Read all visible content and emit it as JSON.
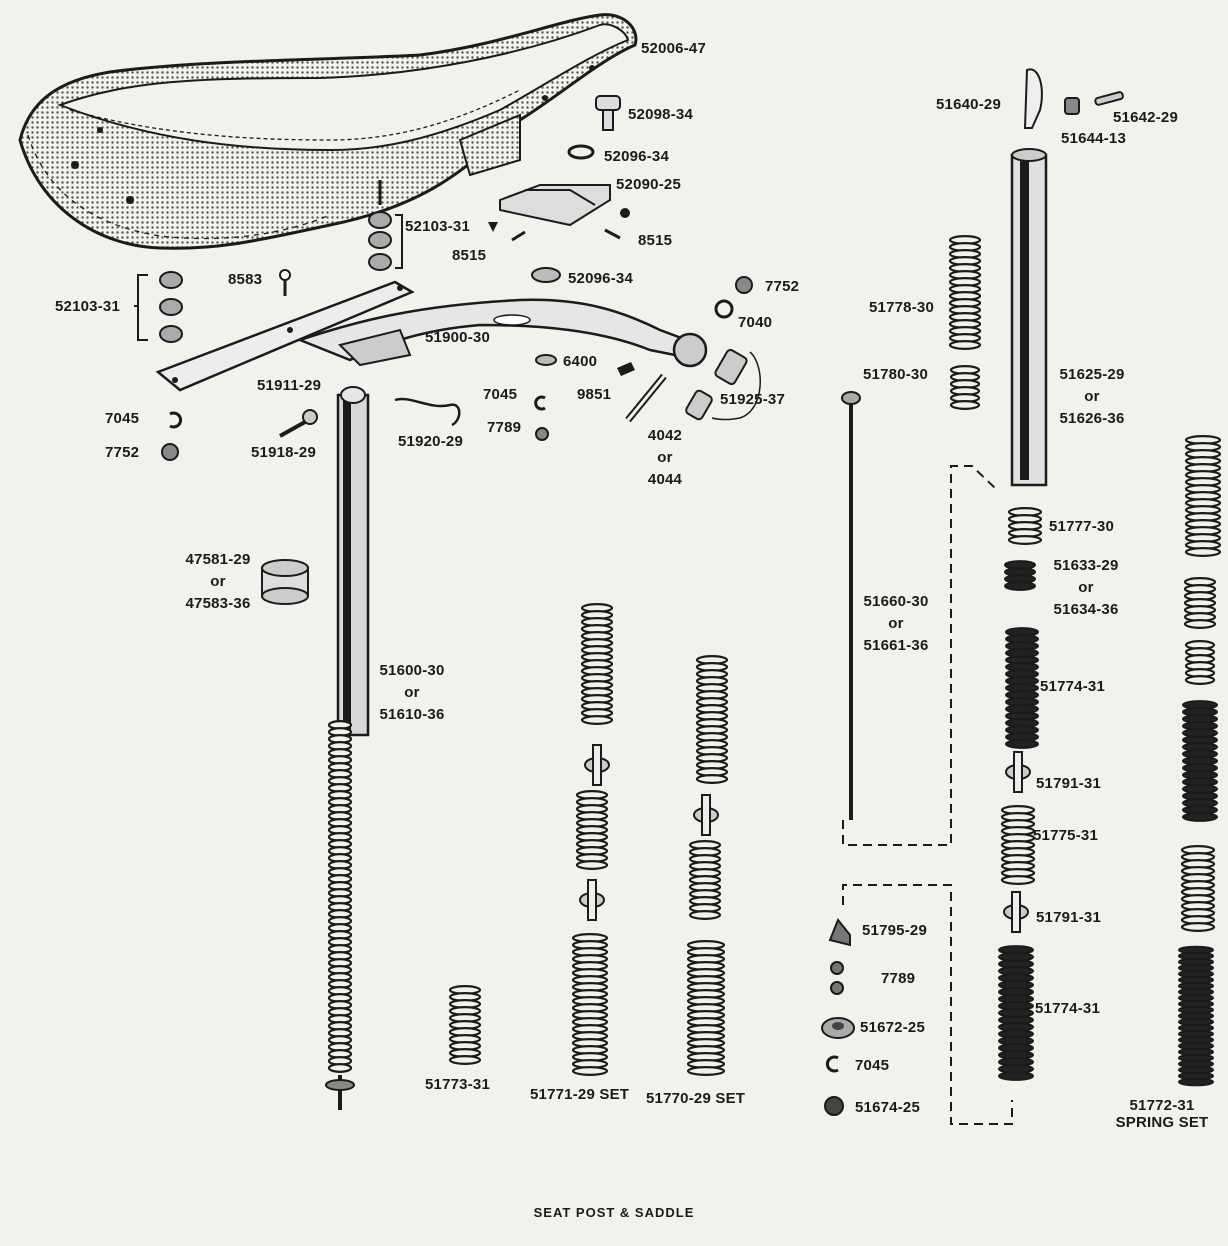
{
  "caption": "SEAT POST & SADDLE",
  "labels": {
    "p52006_47": "52006-47",
    "p52098_34": "52098-34",
    "p52096_34a": "52096-34",
    "p52090_25": "52090-25",
    "p52103_31a": "52103-31",
    "p8515a": "8515",
    "p8515b": "8515",
    "p52096_34b": "52096-34",
    "p8583": "8583",
    "p52103_31b": "52103-31",
    "p51900_30": "51900-30",
    "p51911_29": "51911-29",
    "p7752a": "7752",
    "p7040": "7040",
    "p6400": "6400",
    "p9851": "9851",
    "p51925_37": "51925-37",
    "p7045a": "7045",
    "p7789a": "7789",
    "p4042": "4042",
    "p4042_or": "or",
    "p4044": "4044",
    "p7045b": "7045",
    "p7752b": "7752",
    "p51918_29": "51918-29",
    "p51920_29": "51920-29",
    "p47581_29": "47581-29",
    "p47581_or": "or",
    "p47583_36": "47583-36",
    "p51600_30": "51600-30",
    "p51600_or": "or",
    "p51610_36": "51610-36",
    "p51773_31": "51773-31",
    "p51771_29": "51771-29 SET",
    "p51770_29": "51770-29  SET",
    "p51640_29": "51640-29",
    "p51642_29": "51642-29",
    "p51644_13": "51644-13",
    "p51778_30": "51778-30",
    "p51780_30": "51780-30",
    "p51625_29": "51625-29",
    "p51625_or": "or",
    "p51626_36": "51626-36",
    "p51777_30": "51777-30",
    "p51633_29": "51633-29",
    "p51633_or": "or",
    "p51634_36": "51634-36",
    "p51660_30": "51660-30",
    "p51660_or": "or",
    "p51661_36": "51661-36",
    "p51774_31a": "51774-31",
    "p51791_31a": "51791-31",
    "p51775_31": "51775-31",
    "p51791_31b": "51791-31",
    "p51774_31b": "51774-31",
    "p51795_29": "51795-29",
    "p7789b": "7789",
    "p51672_25": "51672-25",
    "p7045c": "7045",
    "p51674_25": "51674-25",
    "p51772_31": "51772-31",
    "p51772_spring": "SPRING SET"
  }
}
